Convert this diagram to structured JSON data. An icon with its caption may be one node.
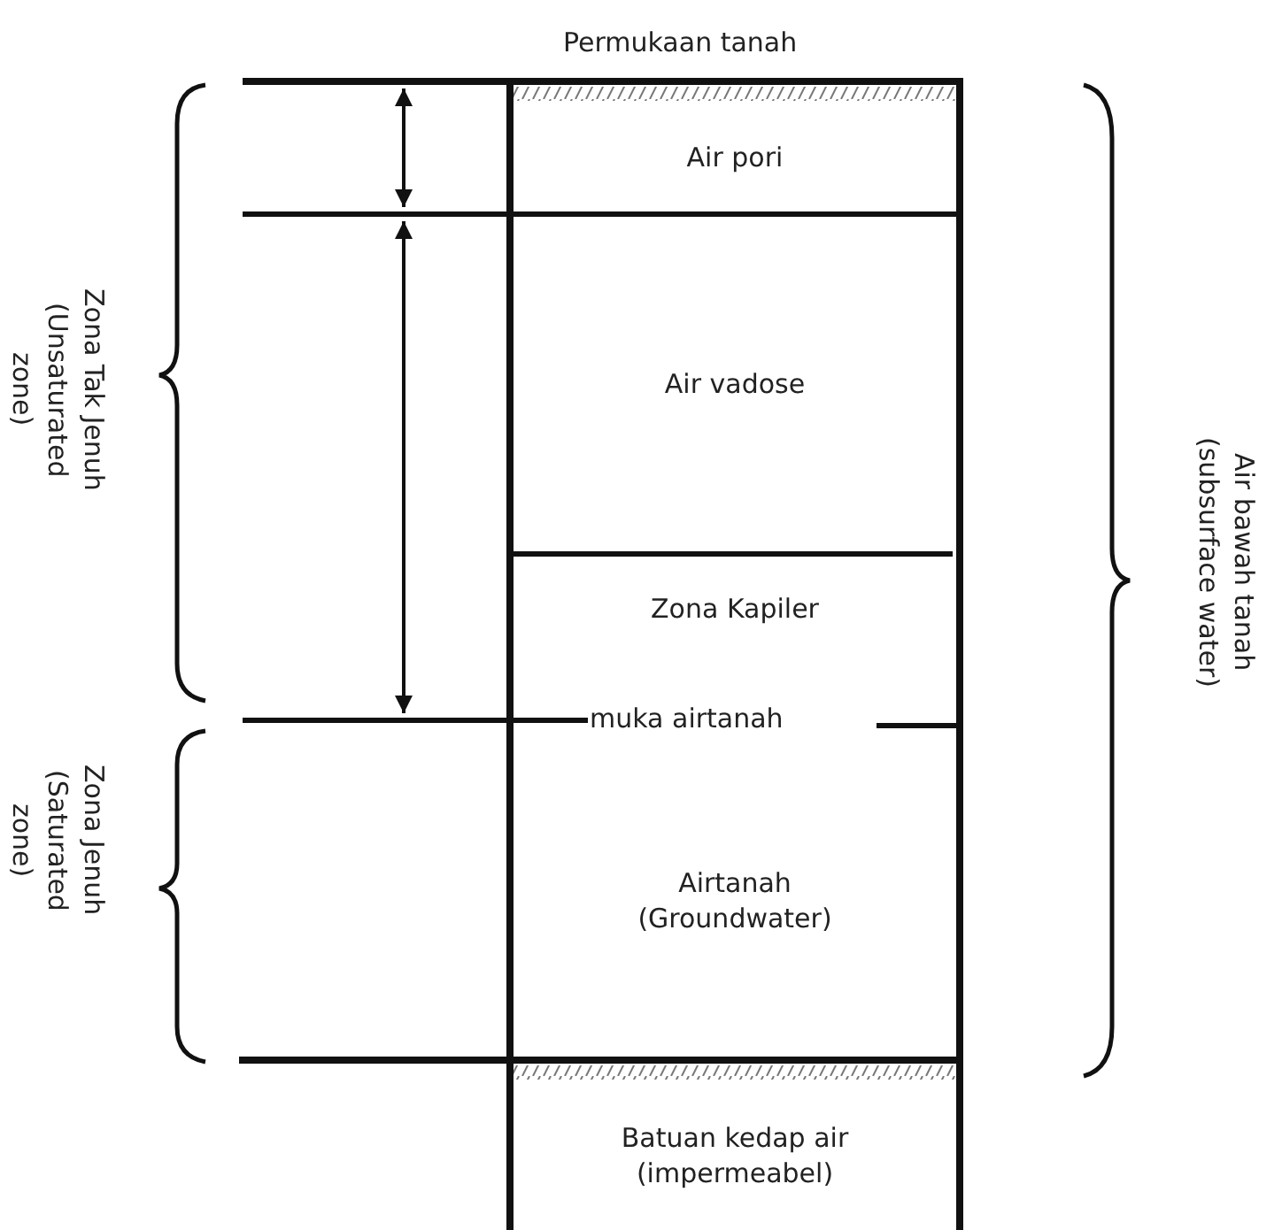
{
  "diagram": {
    "nodes": [
      {
        "text": [
          "Air pori"
        ]
      },
      {
        "text": [
          "Air vadose"
        ]
      },
      {
        "text": [
          "Zona Kapiler"
        ]
      },
      {
        "text": [
          "Airtanah (Groundwater)"
        ]
      },
      {
        "text": [
          "Batuan kedap air (impermeabel)"
        ]
      }
    ],
    "labels": [
      "Permukaan tanah",
      "Zona Tak Jenuh (Unsaturated zone)",
      "muka airtanah",
      "Zona Jenuh (Saturated zone)",
      "Air bawah tanah (subsurface water)"
    ]
  }
}
